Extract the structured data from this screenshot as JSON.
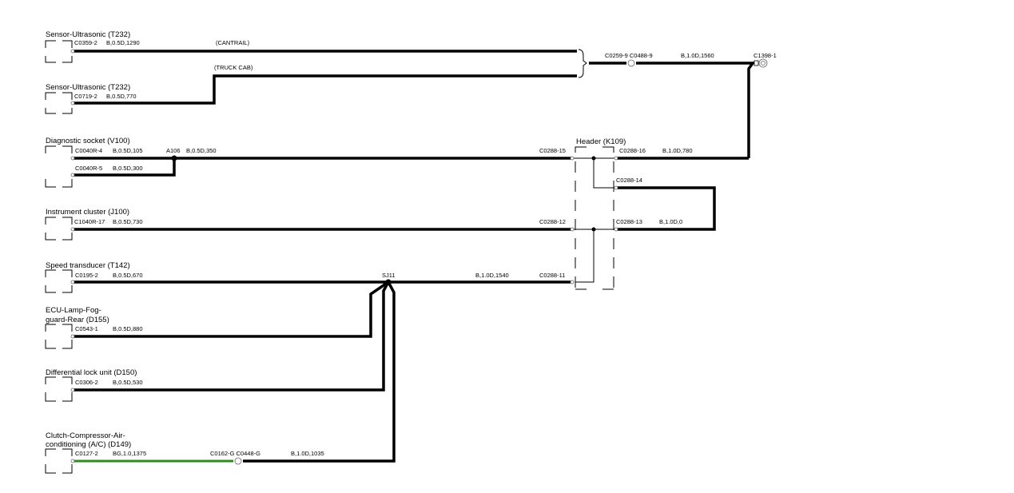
{
  "components": [
    {
      "name": "Sensor-Ultrasonic (T232)",
      "connector": "C0359-2",
      "wire": "B,0.5D,1290"
    },
    {
      "name": "Sensor-Ultrasonic (T232)",
      "connector": "C0719-2",
      "wire": "B,0.5D,770"
    },
    {
      "name": "Diagnostic socket (V100)",
      "connector": "C0040R-4",
      "wire": "B,0.5D,105",
      "connector2": "C0040R-5",
      "wire2": "B,0.5D,300"
    },
    {
      "name": "Instrument cluster (J100)",
      "connector": "C1040R-17",
      "wire": "B,0.5D,730"
    },
    {
      "name": "Speed transducer (T142)",
      "connector": "C0195-2",
      "wire": "B,0.5D,670"
    },
    {
      "name_line1": "ECU-Lamp-Fog-",
      "name_line2": "guard-Rear (D155)",
      "connector": "C0543-1",
      "wire": "B,0.5D,880"
    },
    {
      "name": "Differential lock unit (D150)",
      "connector": "C0306-2",
      "wire": "B,0.5D,530"
    },
    {
      "name_line1": "Clutch-Compressor-Air-",
      "name_line2": "conditioning (A/C) (D149)",
      "connector": "C0127-2",
      "wire": "BG,1.0,1375"
    }
  ],
  "annotations": {
    "cantrail": "(CANTRAIL)",
    "truck_cab": "(TRUCK CAB)",
    "splice_a106": "A106",
    "wire_a106": "B,0.5D,350",
    "splice_sj11": "SJ11",
    "wire_sj11": "B,1.0D,1540",
    "inline_1": "C0259-9 C0488-9",
    "wire_inline_1": "B,1.0D,1560",
    "ground": "C1398-1",
    "inline_2": "C0162-G C0448-G",
    "wire_inline_2": "B,1.0D,1035"
  },
  "header": {
    "name": "Header (K109)",
    "pins": {
      "p15": "C0288-15",
      "p16": "C0288-16",
      "p14": "C0288-14",
      "p12": "C0288-12",
      "p13": "C0288-13",
      "p11": "C0288-11"
    },
    "wire_16": "B,1.0D,780",
    "wire_13": "B,1.0D,0"
  },
  "colors": {
    "wire_black": "#000000",
    "wire_green": "#2e8b1e"
  }
}
